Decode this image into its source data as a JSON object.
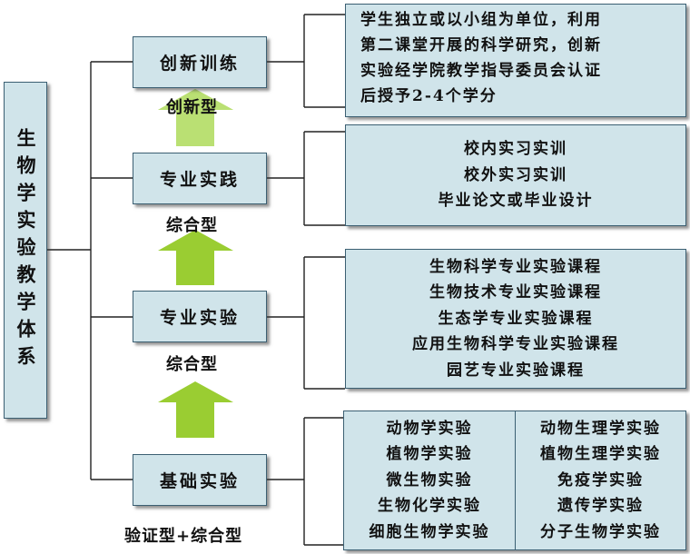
{
  "root": {
    "title": "生物学实验教学体系"
  },
  "categories": [
    {
      "name": "创新训练",
      "level_label": "创新型"
    },
    {
      "name": "专业实践",
      "level_label": "综合型"
    },
    {
      "name": "专业实验",
      "level_label": "综合型"
    },
    {
      "name": "基础实验",
      "level_label": "验证型+综合型"
    }
  ],
  "details": {
    "innovation": [
      "学生独立或以小组为单位，利用",
      "第二课堂开展的科学研究，创新",
      "实验经学院教学指导委员会认证",
      "后授予2-4个学分"
    ],
    "practice": [
      "校内实习实训",
      "校外实习实训",
      "毕业论文或毕业设计"
    ],
    "professional": [
      "生物科学专业实验课程",
      "生物技术专业实验课程",
      "生态学专业实验课程",
      "应用生物科学专业实验课程",
      "园艺专业实验课程"
    ],
    "basic_left": [
      "动物学实验",
      "植物学实验",
      "微生物实验",
      "生物化学实验",
      "细胞生物学实验"
    ],
    "basic_right": [
      "动物生理学实验",
      "植物生理学实验",
      "免疫学实验",
      "遗传学实验",
      "分子生物学实验"
    ]
  },
  "colors": {
    "box_fill": "#d0e4ea",
    "box_border": "#3b5f72",
    "arrow": "#9acd32",
    "line": "#222222"
  }
}
